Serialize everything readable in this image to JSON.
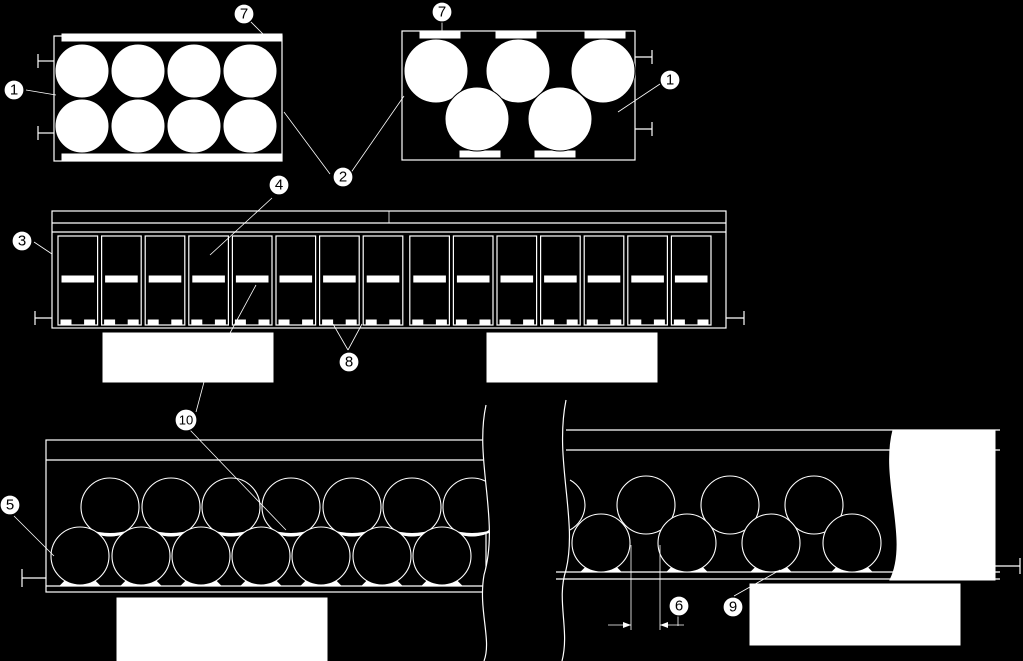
{
  "labels": {
    "l1a": "1",
    "l1b": "1",
    "l2": "2",
    "l3": "3",
    "l4": "4",
    "l5": "5",
    "l6": "6",
    "l7a": "7",
    "l7b": "7",
    "l8": "8",
    "l9": "9",
    "l10": "10"
  }
}
